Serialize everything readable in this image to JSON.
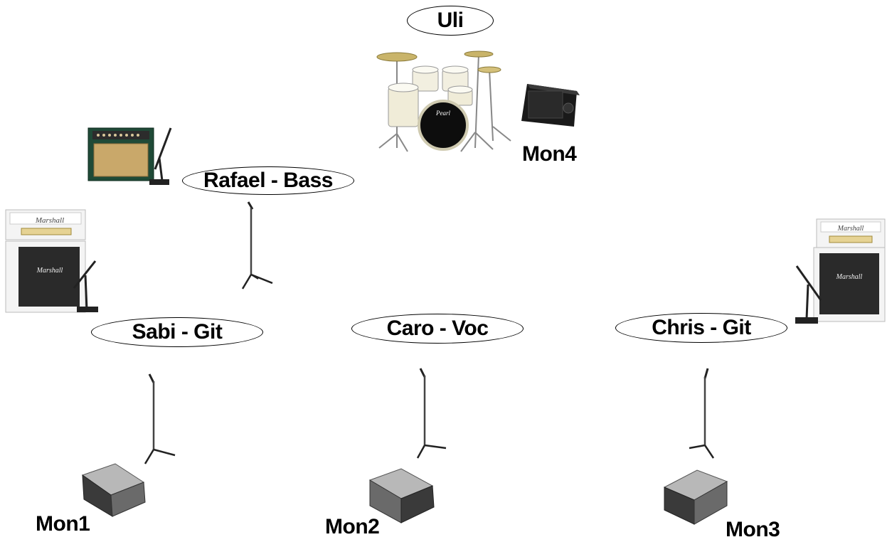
{
  "musicians": {
    "drums": "Uli",
    "bass": "Rafael - Bass",
    "guitar_left": "Sabi - Git",
    "vocals": "Caro - Voc",
    "guitar_right": "Chris - Git"
  },
  "monitors": {
    "mon1": "Mon1",
    "mon2": "Mon2",
    "mon3": "Mon3",
    "mon4": "Mon4"
  },
  "amp_brands": {
    "marshall": "Marshall",
    "drum_brand": "Pearl"
  }
}
